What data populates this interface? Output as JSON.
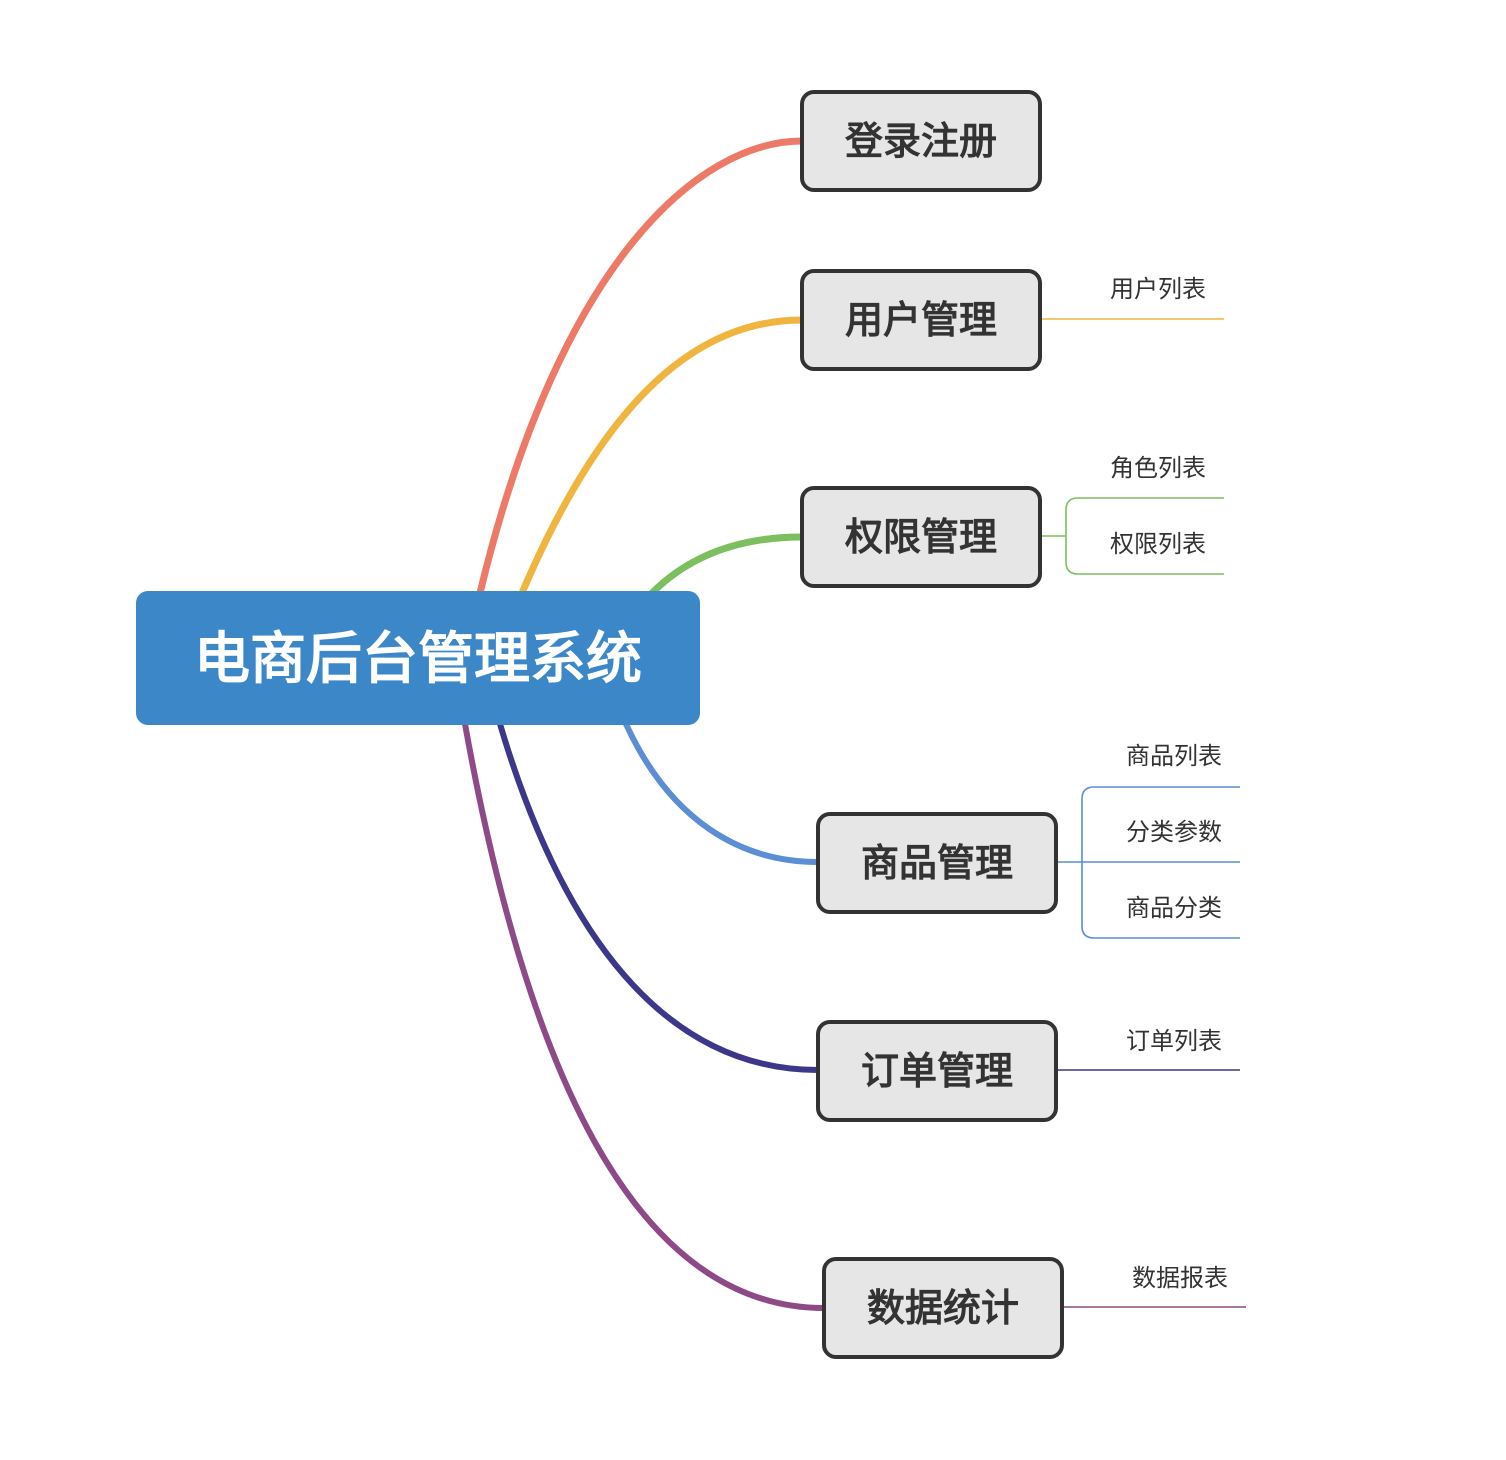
{
  "root": {
    "label": "电商后台管理系统",
    "color": "#3b87c8"
  },
  "branches": [
    {
      "label": "登录注册",
      "color": "#ec7a66",
      "children": []
    },
    {
      "label": "用户管理",
      "color": "#f0b53e",
      "children": [
        "用户列表"
      ]
    },
    {
      "label": "权限管理",
      "color": "#7dbf5e",
      "children": [
        "角色列表",
        "权限列表"
      ]
    },
    {
      "label": "商品管理",
      "color": "#5b8ed4",
      "children": [
        "商品列表",
        "分类参数",
        "商品分类"
      ]
    },
    {
      "label": "订单管理",
      "color": "#3c3788",
      "children": [
        "订单列表"
      ]
    },
    {
      "label": "数据统计",
      "color": "#8e4a87",
      "children": [
        "数据报表"
      ]
    }
  ]
}
